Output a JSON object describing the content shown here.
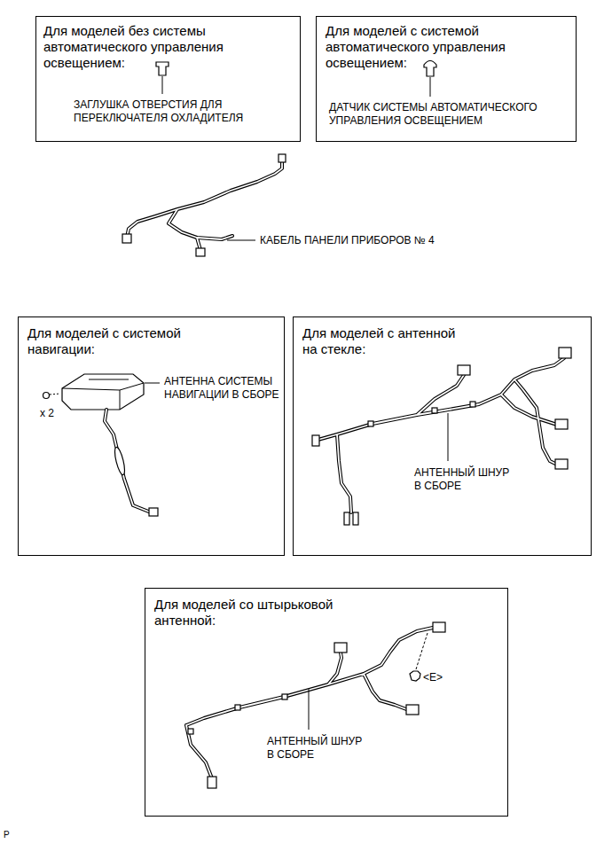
{
  "diagram": {
    "nodes": [
      {
        "text": [
          "Для моделей без системы автоматического управления освещением:",
          "ЗАГЛУШКА ОТВЕРСТИЯ ДЛЯ ПЕРЕКЛЮЧАТЕЛЯ ОХЛАДИТЕЛЯ"
        ]
      },
      {
        "text": [
          "Для моделей с системой автоматического управления освещением:",
          "ДАТЧИК СИСТЕМЫ АВТОМАТИЧЕСКОГО УПРАВЛЕНИЯ ОСВЕЩЕНИЕМ"
        ]
      },
      {
        "text": [
          "Для моделей с системой навигации:",
          "АНТЕННА СИСТЕМЫ НАВИГАЦИИ В СБОРЕ",
          "x 2"
        ]
      },
      {
        "text": [
          "Для моделей с антенной на стекле:",
          "АНТЕННЫЙ ШНУР В СБОРЕ"
        ]
      },
      {
        "text": [
          "Для моделей со штырьковой антенной:",
          "АНТЕННЫЙ ШНУР В СБОРЕ",
          "<E>"
        ]
      }
    ],
    "labels": [
      "КАБЕЛЬ ПАНЕЛИ ПРИБОРОВ № 4",
      "P"
    ]
  }
}
